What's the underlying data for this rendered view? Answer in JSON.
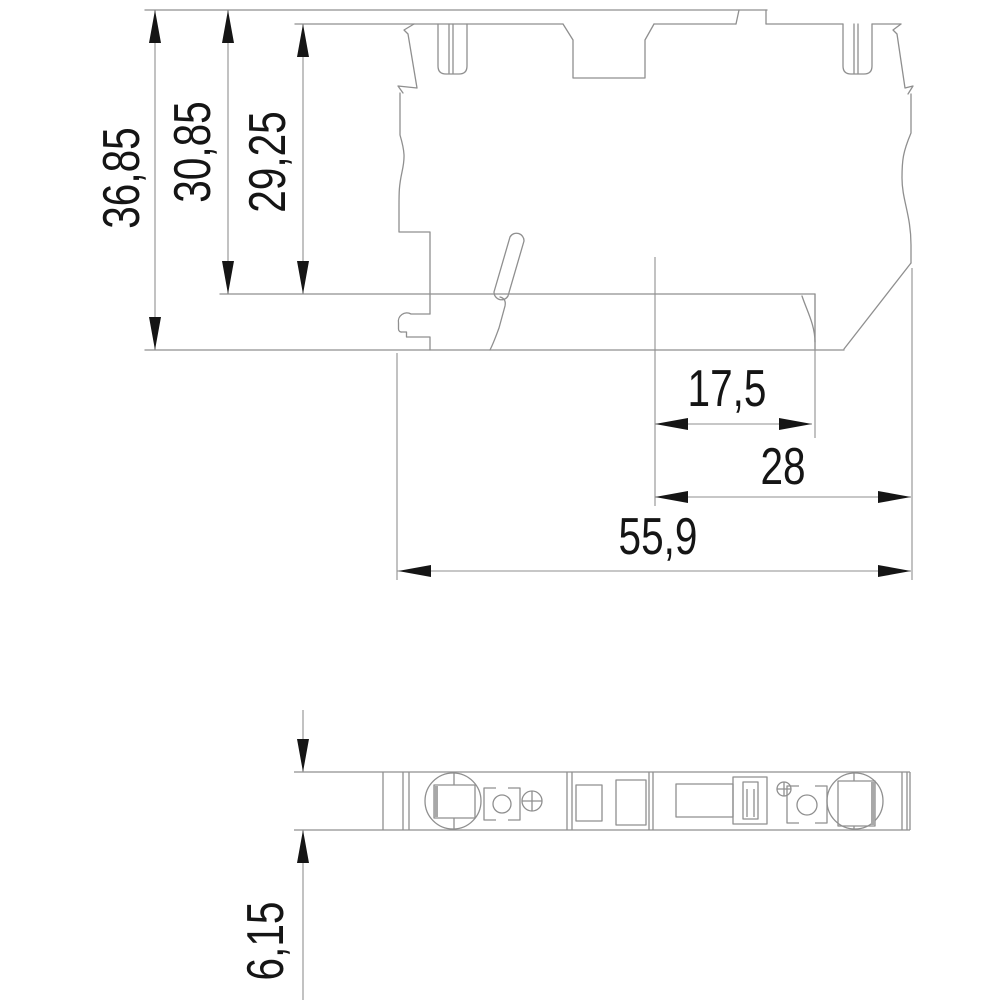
{
  "page": {
    "type": "technical dimension drawing",
    "views": [
      "side profile",
      "footprint"
    ],
    "background": "#ffffff"
  },
  "colors": {
    "line": "#8f8f8f",
    "ink": "#151515",
    "fill_bar": "#a8a8a8"
  },
  "labels": {
    "overall_height": "36,85",
    "clearance_height": "30,85",
    "housing_height": "29,25",
    "foot_offset_width": "17,5",
    "right_section_width": "28",
    "overall_width": "55,9",
    "profile_thickness": "6,15"
  }
}
